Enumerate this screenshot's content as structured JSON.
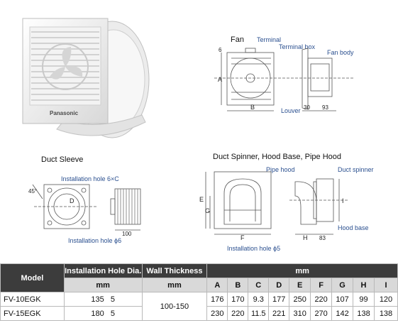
{
  "photo": {
    "brand": "Panasonic"
  },
  "fan_diagram": {
    "title": "Fan",
    "labels": {
      "terminal": "Terminal",
      "terminal_box": "Terminal box",
      "fan_body": "Fan body",
      "louver": "Louver"
    },
    "dims": {
      "six": "6",
      "a": "A",
      "b": "B",
      "d30": "30",
      "d93": "93"
    }
  },
  "sleeve_diagram": {
    "title": "Duct Sleeve",
    "labels": {
      "hole_6c": "Installation hole 6×C",
      "hole_6": "Installation hole ϕ6"
    },
    "dims": {
      "angle": "45°",
      "d": "D",
      "d100": "100"
    }
  },
  "spinner_diagram": {
    "title": "Duct Spinner, Hood Base, Pipe Hood",
    "labels": {
      "pipe_hood": "Pipe hood",
      "duct_spinner": "Duct spinner",
      "hood_base": "Hood base",
      "hole_5": "Installation hole ϕ5"
    },
    "dims": {
      "e": "E",
      "g": "G",
      "f": "F",
      "h": "H",
      "i": "I",
      "d83": "83"
    }
  },
  "table": {
    "headers": {
      "model": "Model",
      "hole_dia": "Installation Hole Dia.",
      "wall": "Wall Thickness",
      "mm_group": "mm"
    },
    "sub": {
      "mm1": "mm",
      "mm2": "mm",
      "cols": [
        "A",
        "B",
        "C",
        "D",
        "E",
        "F",
        "G",
        "H",
        "I"
      ]
    },
    "rows": [
      {
        "model": "FV-10EGK",
        "hole": "135   5",
        "values": [
          "176",
          "170",
          "9.3",
          "177",
          "250",
          "220",
          "107",
          "99",
          "120"
        ]
      },
      {
        "model": "FV-15EGK",
        "hole": "180   5",
        "values": [
          "230",
          "220",
          "11.5",
          "221",
          "310",
          "270",
          "142",
          "138",
          "138"
        ]
      }
    ],
    "wall": "100-150"
  }
}
